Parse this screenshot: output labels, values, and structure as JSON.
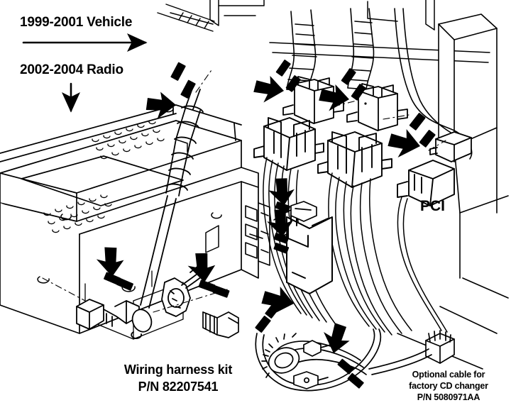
{
  "figure": {
    "title_visible": false,
    "type": "automotive-wiring-harness-installation-diagram",
    "background_color": "#ffffff",
    "line_color": "#000000",
    "arrow_color": "#000000"
  },
  "labels": {
    "vehicle_side": "1999-2001 Vehicle",
    "radio_side": "2002-2004 Radio",
    "pci_connector": "PCI",
    "harness_kit_line1": "Wiring harness kit",
    "harness_kit_line2": "P/N 82207541",
    "optional_cable_line1": "Optional cable for",
    "optional_cable_line2": "factory CD changer",
    "optional_cable_line3": "P/N 5080971AA"
  },
  "part_numbers": {
    "wiring_harness_kit": "82207541",
    "optional_cd_changer_cable": "5080971AA"
  },
  "callout_arrows": {
    "vehicle_arrow_direction": "right",
    "radio_arrow_direction": "down",
    "motion_arrow_count": 9
  },
  "components": [
    {
      "name": "radio-chassis",
      "description": "2002-2004 radio head unit with vented top cover"
    },
    {
      "name": "antenna-connector",
      "description": "ribbed coaxial antenna plug on cable"
    },
    {
      "name": "ground-ring-terminal",
      "description": "ring terminal with hex-head bolt"
    },
    {
      "name": "harness-connector-a",
      "description": "large multi-pin white connector"
    },
    {
      "name": "harness-connector-b",
      "description": "second large multi-pin white connector"
    },
    {
      "name": "vehicle-connector-a",
      "description": "vehicle side connector receiving harness A"
    },
    {
      "name": "vehicle-connector-b",
      "description": "vehicle side connector receiving harness B"
    },
    {
      "name": "pci-bus-connector",
      "description": "small PCI data bus connector"
    },
    {
      "name": "cd-changer-cable",
      "description": "optional coiled cable for factory CD changer"
    },
    {
      "name": "interface-module",
      "description": "black rectangular interface module behind radio"
    }
  ]
}
